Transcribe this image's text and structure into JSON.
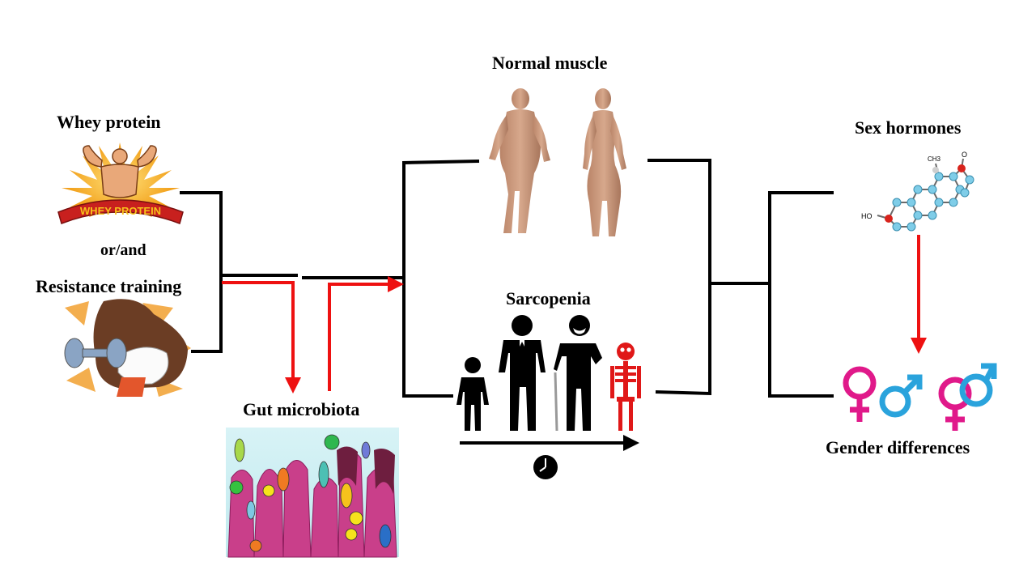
{
  "labels": {
    "whey_protein": "Whey protein",
    "or_and": "or/and",
    "resistance_training": "Resistance training",
    "gut_microbiota": "Gut microbiota",
    "normal_muscle": "Normal muscle",
    "sarcopenia": "Sarcopenia",
    "sex_hormones": "Sex hormones",
    "gender_differences": "Gender differences"
  },
  "badge": {
    "text": "WHEY PROTEIN"
  },
  "molecule": {
    "ch3": "CH3",
    "o": "O",
    "ho": "HO"
  },
  "colors": {
    "line": "#000000",
    "arrow": "#ee1111",
    "female_symbol": "#e0198a",
    "male_symbol": "#2aa3dc",
    "skeleton": "#e01818",
    "skin": "#c9967a",
    "badge_red": "#c8201e",
    "badge_gold": "#f6b21b",
    "molecule_atom": "#7fcde8",
    "molecule_o": "#d8231c"
  }
}
